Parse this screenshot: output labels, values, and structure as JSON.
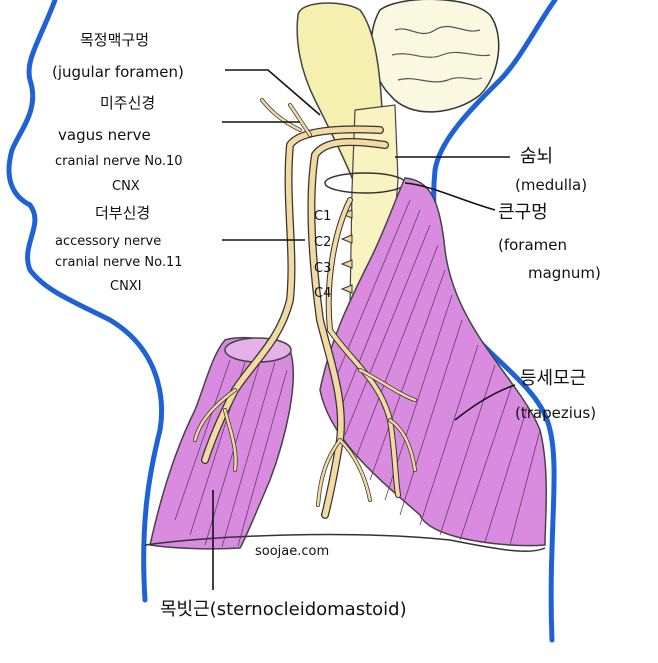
{
  "labels": {
    "jugular_ko": "목정맥구멍",
    "jugular_en": "(jugular foramen)",
    "vagus_ko": "미주신경",
    "vagus_en": "vagus nerve",
    "vagus_no": "cranial nerve No.10",
    "vagus_cn": "CNX",
    "accessory_ko": "더부신경",
    "accessory_en": "accessory nerve",
    "accessory_no": "cranial nerve No.11",
    "accessory_cn": "CNXI",
    "medulla_ko": "숨뇌",
    "medulla_en": "(medulla)",
    "magnum_ko": "큰구멍",
    "magnum_en1": "(foramen",
    "magnum_en2": "magnum)",
    "trapezius_ko": "등세모근",
    "trapezius_en": "(trapezius)",
    "scm": "목빗근(sternocleidomastoid)",
    "watermark": "soojae.com",
    "c1": "C1",
    "c2": "C2",
    "c3": "C3",
    "c4": "C4"
  },
  "colors": {
    "outline": "#1f62d6",
    "nerve": "#f3d9a2",
    "muscle": "#d98be0",
    "brain": "#f5f0b0"
  }
}
